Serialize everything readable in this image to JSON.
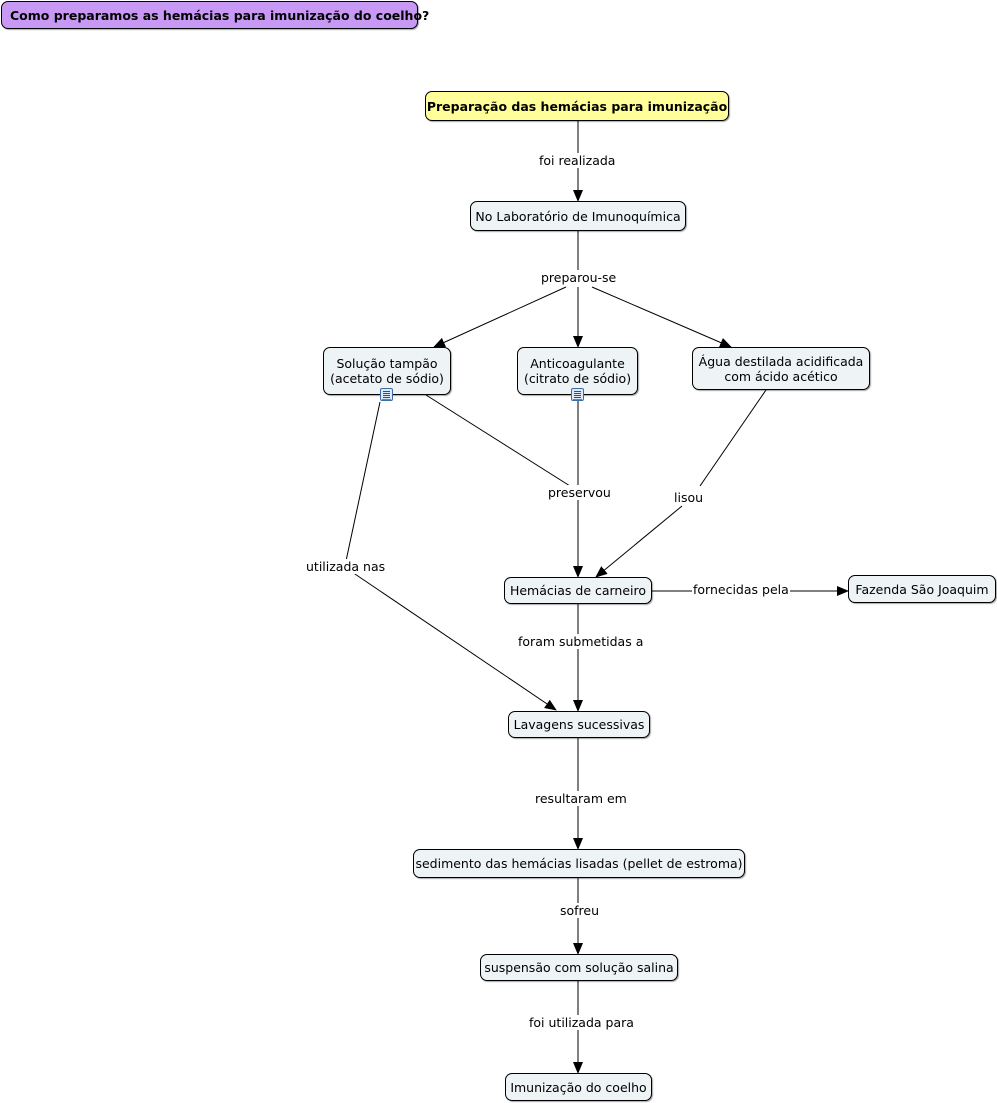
{
  "title": "Como preparamos as hemácias para imunização do coelho?",
  "nodes": {
    "root": "Preparação das hemácias para imunização",
    "lab": "No Laboratório de Imunoquímica",
    "buffer": "Solução tampão\n(acetato de sódio)",
    "anticoag": "Anticoagulante\n(citrato de sódio)",
    "water": "Água destilada acidificada\ncom ácido acético",
    "rbc": "Hemácias de carneiro",
    "farm": "Fazenda São Joaquim",
    "washes": "Lavagens sucessivas",
    "pellet": "sedimento das hemácias lisadas (pellet de estroma)",
    "suspension": "suspensão com solução salina",
    "immunization": "Imunização do coelho"
  },
  "links": {
    "foi_realizada": "foi realizada",
    "preparou_se": "preparou-se",
    "preservou": "preservou",
    "lisou": "lisou",
    "utilizada_nas": "utilizada nas",
    "fornecidas_pela": "fornecidas pela",
    "foram_submetidas_a": "foram submetidas a",
    "resultaram_em": "resultaram em",
    "sofreu": "sofreu",
    "foi_utilizada_para": "foi utilizada para"
  },
  "icons": {
    "buffer_attachment": "document-icon",
    "anticoag_attachment": "document-icon"
  },
  "colors": {
    "title_bg": "#c799f5",
    "root_bg": "#fffe99",
    "node_bg": "#eef3f5"
  }
}
